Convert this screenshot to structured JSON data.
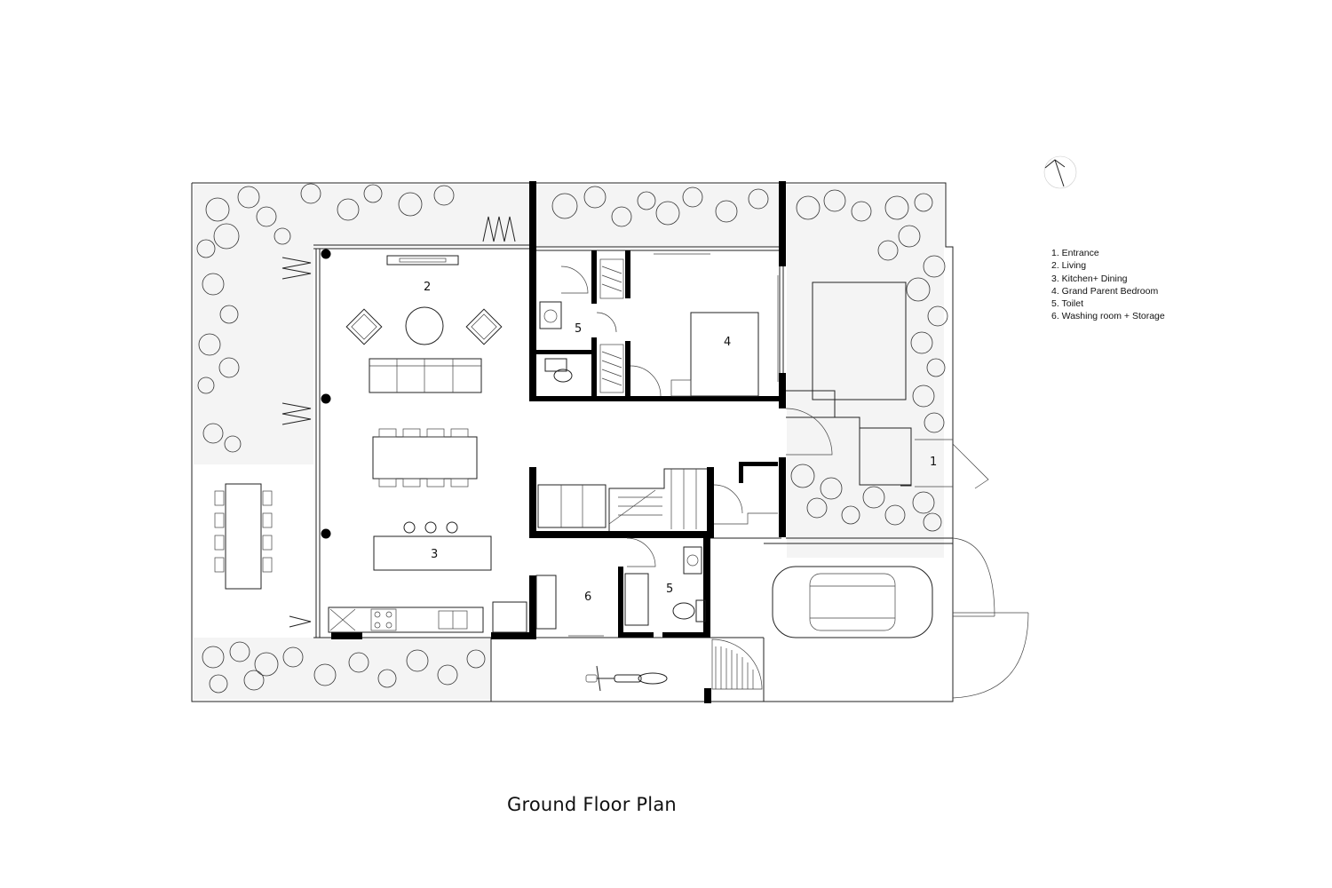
{
  "title": "Ground Floor Plan",
  "legend": [
    "1. Entrance",
    "2. Living",
    "3. Kitchen+ Dining",
    "4. Grand Parent Bedroom",
    "5. Toilet",
    "6. Washing room + Storage"
  ],
  "room_labels": {
    "entrance": "1",
    "living": "2",
    "kitchen_dining": "3",
    "bedroom": "4",
    "toilet_upper": "5",
    "toilet_lower": "5",
    "washing_storage": "6"
  },
  "icons": {
    "north_arrow": "north-arrow-icon"
  }
}
